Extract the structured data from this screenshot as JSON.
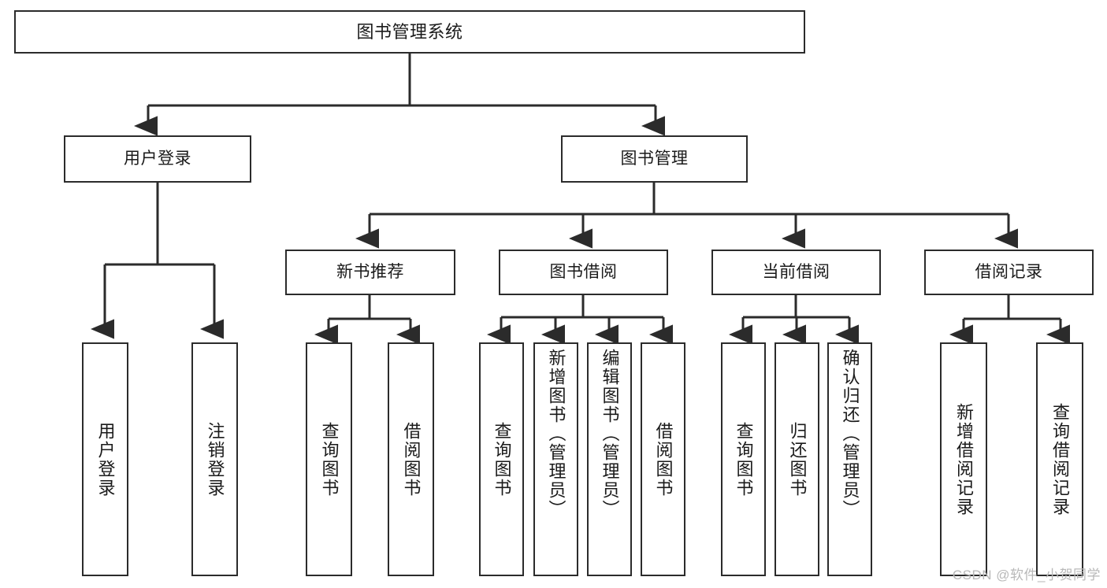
{
  "diagram": {
    "title": "图书管理系统",
    "type": "hierarchy-tree",
    "watermark": "CSDN @软件_小贺同学",
    "colors": {
      "stroke": "#2b2b2b",
      "fill": "#ffffff",
      "text": "#1a1a1a",
      "watermark": "#b8b8b8"
    },
    "nodes": {
      "root": {
        "label": "图书管理系统"
      },
      "level1": [
        {
          "id": "user-login",
          "label": "用户登录"
        },
        {
          "id": "book-management",
          "label": "图书管理"
        }
      ],
      "level2": [
        {
          "id": "new-book-recommend",
          "label": "新书推荐"
        },
        {
          "id": "book-borrow",
          "label": "图书借阅"
        },
        {
          "id": "current-borrow",
          "label": "当前借阅"
        },
        {
          "id": "borrow-record",
          "label": "借阅记录"
        }
      ],
      "leaves": {
        "user-login": [
          {
            "id": "leaf-user-login",
            "label": "用户登录"
          },
          {
            "id": "leaf-logout-login",
            "label": "注销登录"
          }
        ],
        "new-book-recommend": [
          {
            "id": "leaf-query-book-1",
            "label": "查询图书"
          },
          {
            "id": "leaf-borrow-book-1",
            "label": "借阅图书"
          }
        ],
        "book-borrow": [
          {
            "id": "leaf-query-book-2",
            "label": "查询图书"
          },
          {
            "id": "leaf-add-book",
            "label": "新增图书（管理员）"
          },
          {
            "id": "leaf-edit-book",
            "label": "编辑图书（管理员）"
          },
          {
            "id": "leaf-borrow-book-2",
            "label": "借阅图书"
          }
        ],
        "current-borrow": [
          {
            "id": "leaf-query-book-3",
            "label": "查询图书"
          },
          {
            "id": "leaf-return-book",
            "label": "归还图书"
          },
          {
            "id": "leaf-confirm-return",
            "label": "确认归还（管理员）"
          }
        ],
        "borrow-record": [
          {
            "id": "leaf-add-record",
            "label": "新增借阅记录"
          },
          {
            "id": "leaf-query-record",
            "label": "查询借阅记录"
          }
        ]
      }
    }
  }
}
